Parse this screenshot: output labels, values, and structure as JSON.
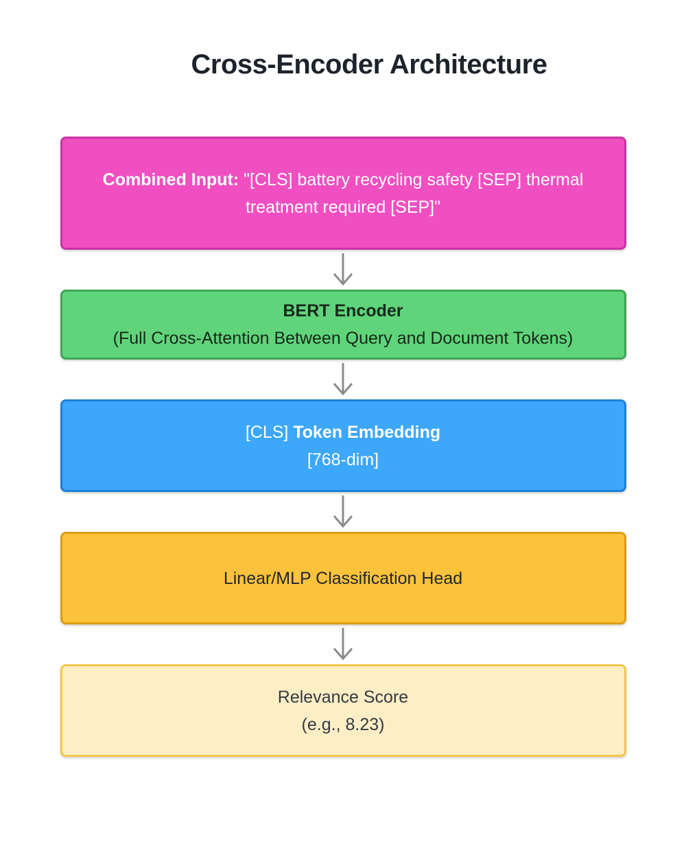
{
  "title": {
    "text": "Cross-Encoder Architecture",
    "color": "#1e232b"
  },
  "arrow": {
    "color": "#8b8b8b"
  },
  "nodes": [
    {
      "name": "combined-input-node",
      "fill": "#ef4fc1",
      "border": "#ca32a4",
      "text_color": "#ffffff",
      "height": 165,
      "lines": [
        [
          {
            "b": true,
            "t": "Combined Input:"
          },
          {
            "b": false,
            "t": " \"[CLS] battery recycling safety [SEP] thermal"
          }
        ],
        [
          {
            "b": false,
            "t": "treatment required [SEP]\""
          }
        ]
      ]
    },
    {
      "name": "bert-encoder-node",
      "fill": "#60d47a",
      "border": "#40a557",
      "text_color": "#14291a",
      "height": 102,
      "lines": [
        [
          {
            "b": true,
            "t": "BERT Encoder"
          }
        ],
        [
          {
            "b": false,
            "t": "(Full Cross-Attention Between Query and Document Tokens)"
          }
        ]
      ]
    },
    {
      "name": "cls-token-embedding-node",
      "fill": "#3ca7fb",
      "border": "#1e80d8",
      "text_color": "#ffffff",
      "height": 135,
      "lines": [
        [
          {
            "b": false,
            "t": "[CLS] "
          },
          {
            "b": true,
            "t": "Token Embedding"
          }
        ],
        [
          {
            "b": false,
            "t": "[768-dim]"
          }
        ]
      ]
    },
    {
      "name": "classification-head-node",
      "fill": "#fcc23b",
      "border": "#dd9d15",
      "text_color": "#21262e",
      "height": 135,
      "lines": [
        [
          {
            "b": false,
            "t": "Linear/MLP Classification Head"
          }
        ]
      ]
    },
    {
      "name": "relevance-score-node",
      "fill": "#fdeec6",
      "border": "#f3c74b",
      "text_color": "#343a41",
      "height": 135,
      "lines": [
        [
          {
            "b": false,
            "t": "Relevance Score"
          }
        ],
        [
          {
            "b": false,
            "t": "(e.g., 8.23)"
          }
        ]
      ]
    }
  ]
}
